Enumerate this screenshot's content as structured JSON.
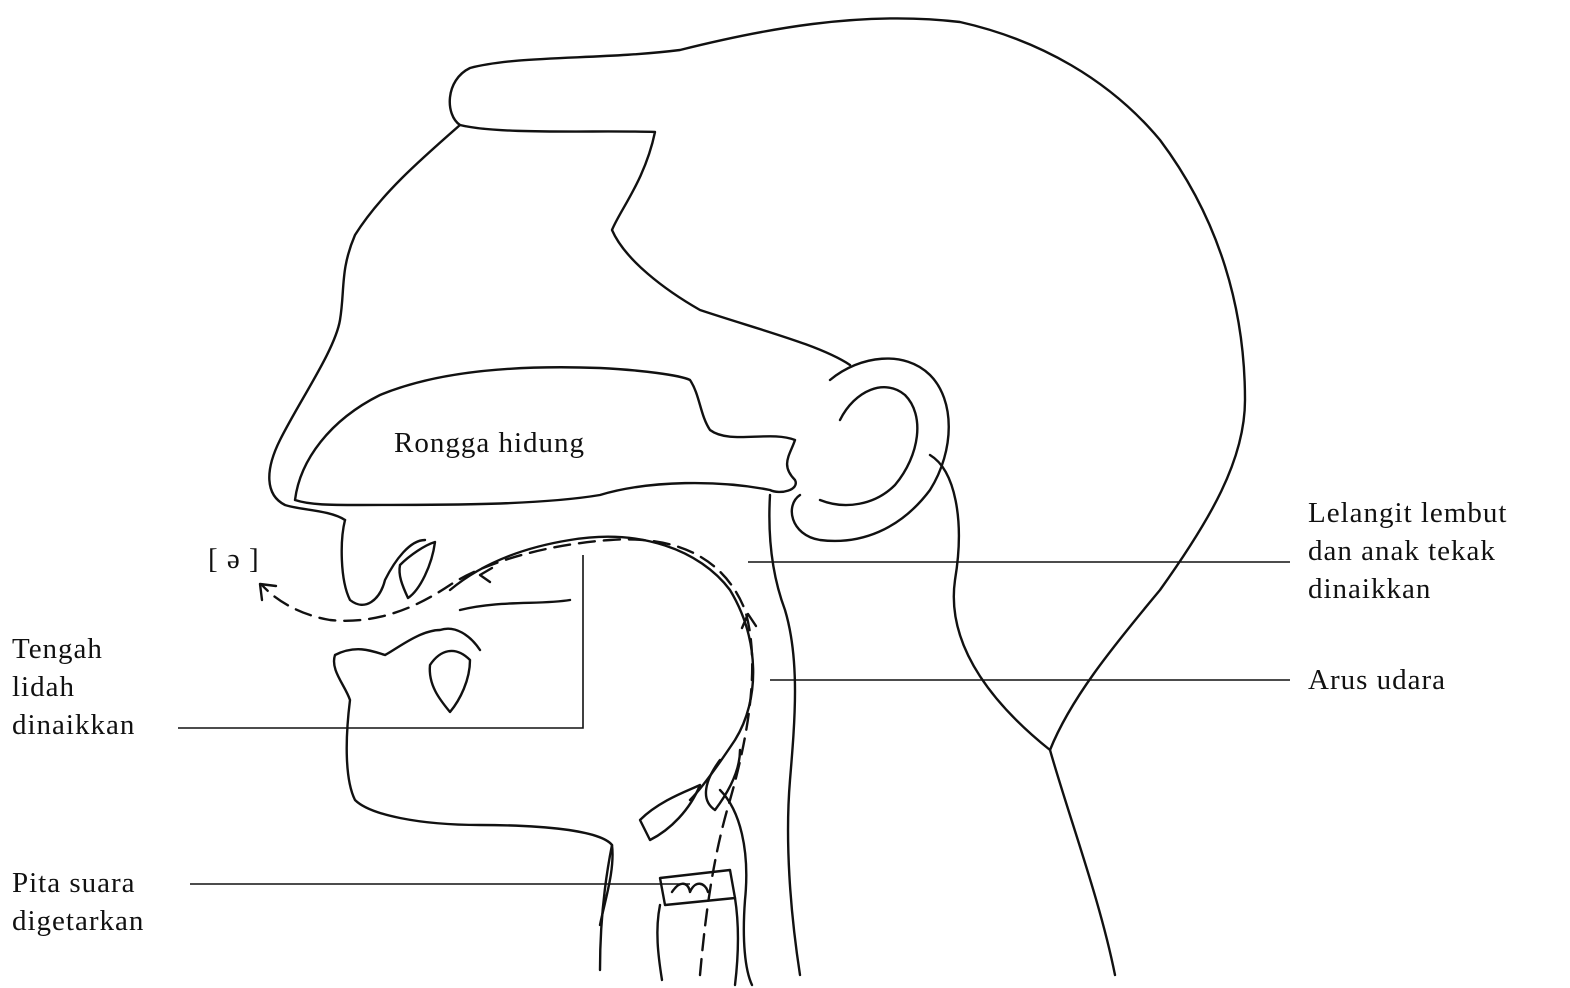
{
  "labels": {
    "nasal_cavity": "Rongga hidung",
    "vowel_symbol": "[ ə ]",
    "soft_palate": [
      "Lelangit lembut",
      "dan anak tekak",
      "dinaikkan"
    ],
    "airflow": "Arus udara",
    "tongue_mid": [
      "Tengah",
      "lidah",
      "dinaikkan"
    ],
    "vocal_cords": [
      "Pita suara",
      "digetarkan"
    ]
  },
  "colors": {
    "ink": "#111111",
    "background": "#ffffff"
  }
}
